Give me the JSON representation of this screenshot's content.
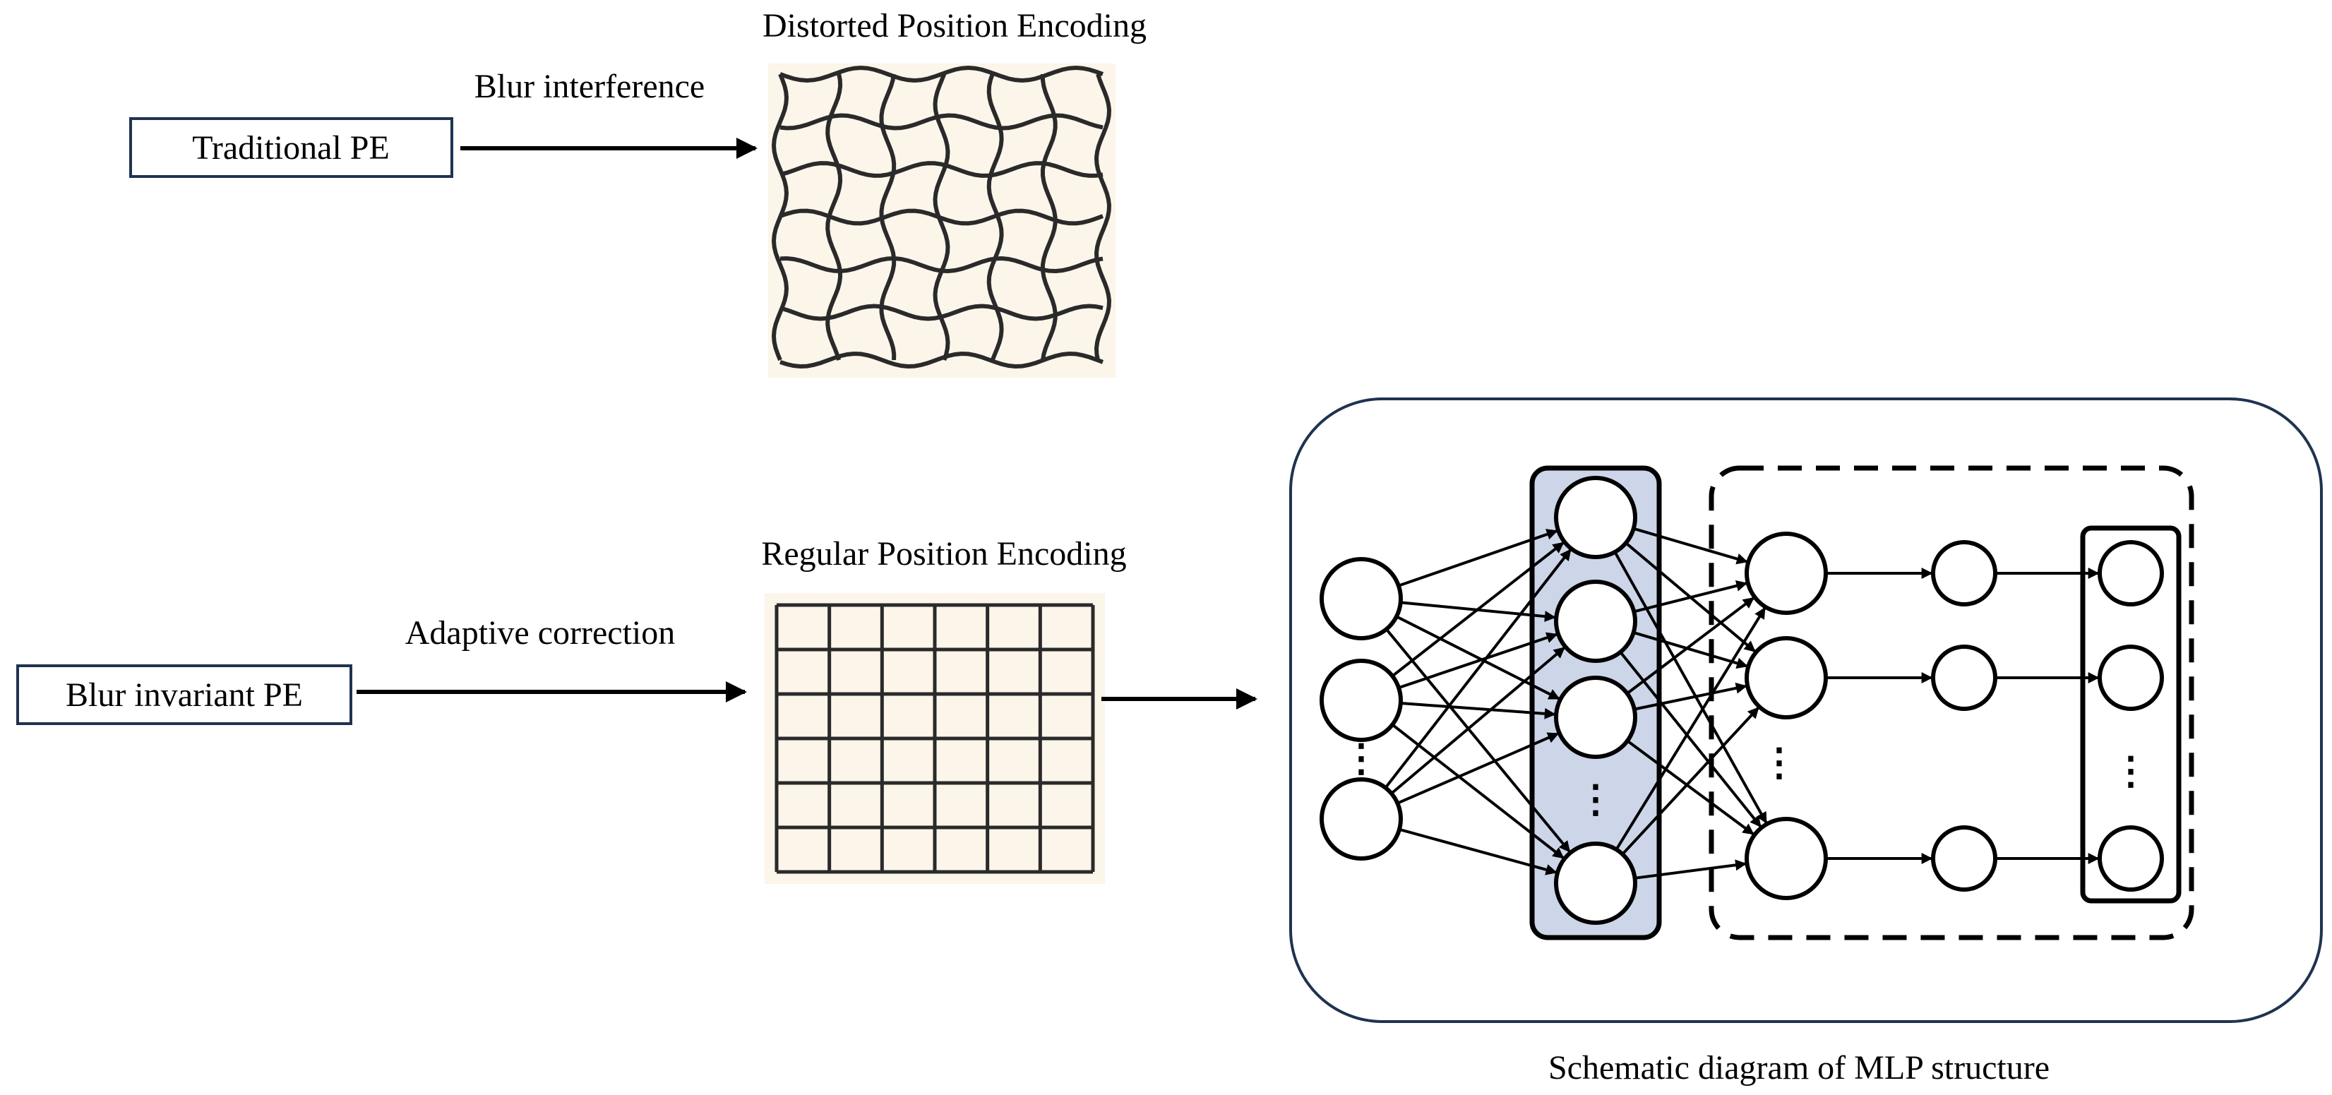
{
  "top_row": {
    "input_label": "Traditional PE",
    "arrow_label": "Blur interference",
    "grid_title": "Distorted Position Encoding"
  },
  "bottom_row": {
    "input_label": "Blur invariant PE",
    "arrow_label": "Adaptive correction",
    "grid_title": "Regular Position Encoding"
  },
  "mlp": {
    "caption": "Schematic diagram of MLP structure",
    "ellipsis": "⋮"
  },
  "colors": {
    "grid_fill": "#fcf5ea",
    "hidden_layer_fill": "#cdd6e8",
    "box_border": "#1f3350",
    "stroke": "#000000"
  }
}
